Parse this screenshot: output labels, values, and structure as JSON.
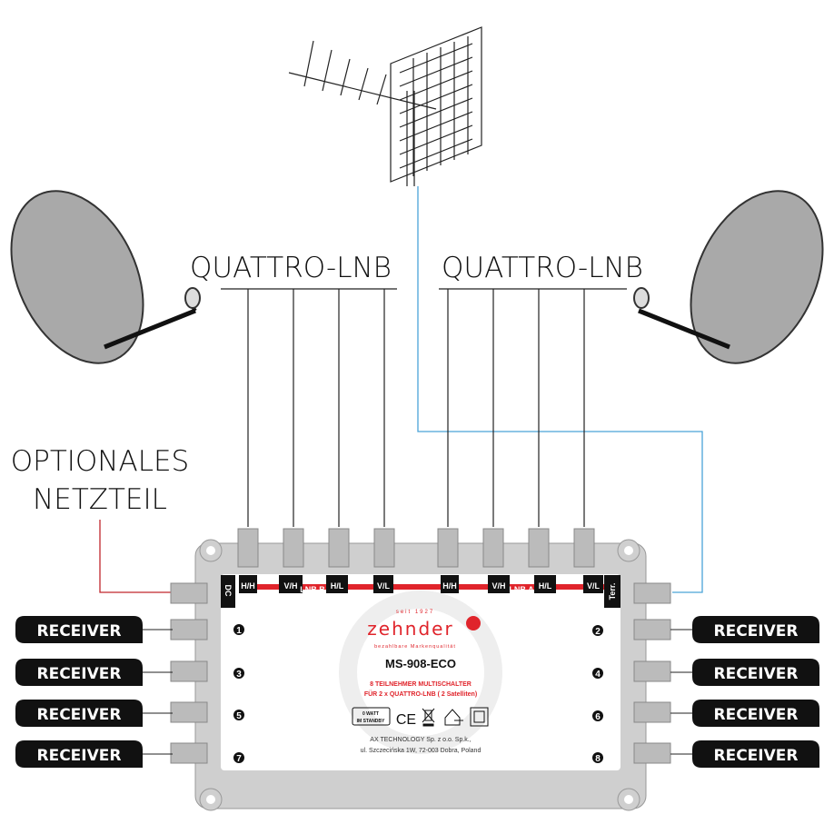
{
  "labels": {
    "lnb_left": "QUATTRO-LNB",
    "lnb_right": "QUATTRO-LNB",
    "psu_line1": "OPTIONALES",
    "psu_line2": "NETZTEIL",
    "receiver": "RECEIVER"
  },
  "switch": {
    "brand": "zehnder",
    "brand_since": "seit 1927",
    "brand_tagline": "bezahlbare Markenqualität",
    "model": "MS-908-ECO",
    "desc_line1": "8 TEILNEHMER MULTISCHALTER",
    "desc_line2": "FÜR 2 x QUATTRO-LNB ( 2 Satelliten)",
    "standby_line1": "0 WATT",
    "standby_line2": "IM STANDBY",
    "ce": "CE",
    "maker_line1": "AX TECHNOLOGY Sp. z o.o. Sp.k.,",
    "maker_line2": "ul. Szczecińska 1W, 72-003 Dobra, Poland",
    "dc": "DC",
    "terr": "Terr.",
    "lnb_b": "LNB B",
    "lnb_a": "LNB A",
    "inputs_b": [
      "H/H",
      "V/H",
      "H/L",
      "V/L"
    ],
    "inputs_a": [
      "H/H",
      "V/H",
      "H/L",
      "V/L"
    ],
    "outputs": [
      "1",
      "2",
      "3",
      "4",
      "5",
      "6",
      "7",
      "8"
    ]
  },
  "colors": {
    "terrestrial_line": "#4aa3d8",
    "power_line": "#c0262c",
    "brand_red": "#e0242b"
  }
}
